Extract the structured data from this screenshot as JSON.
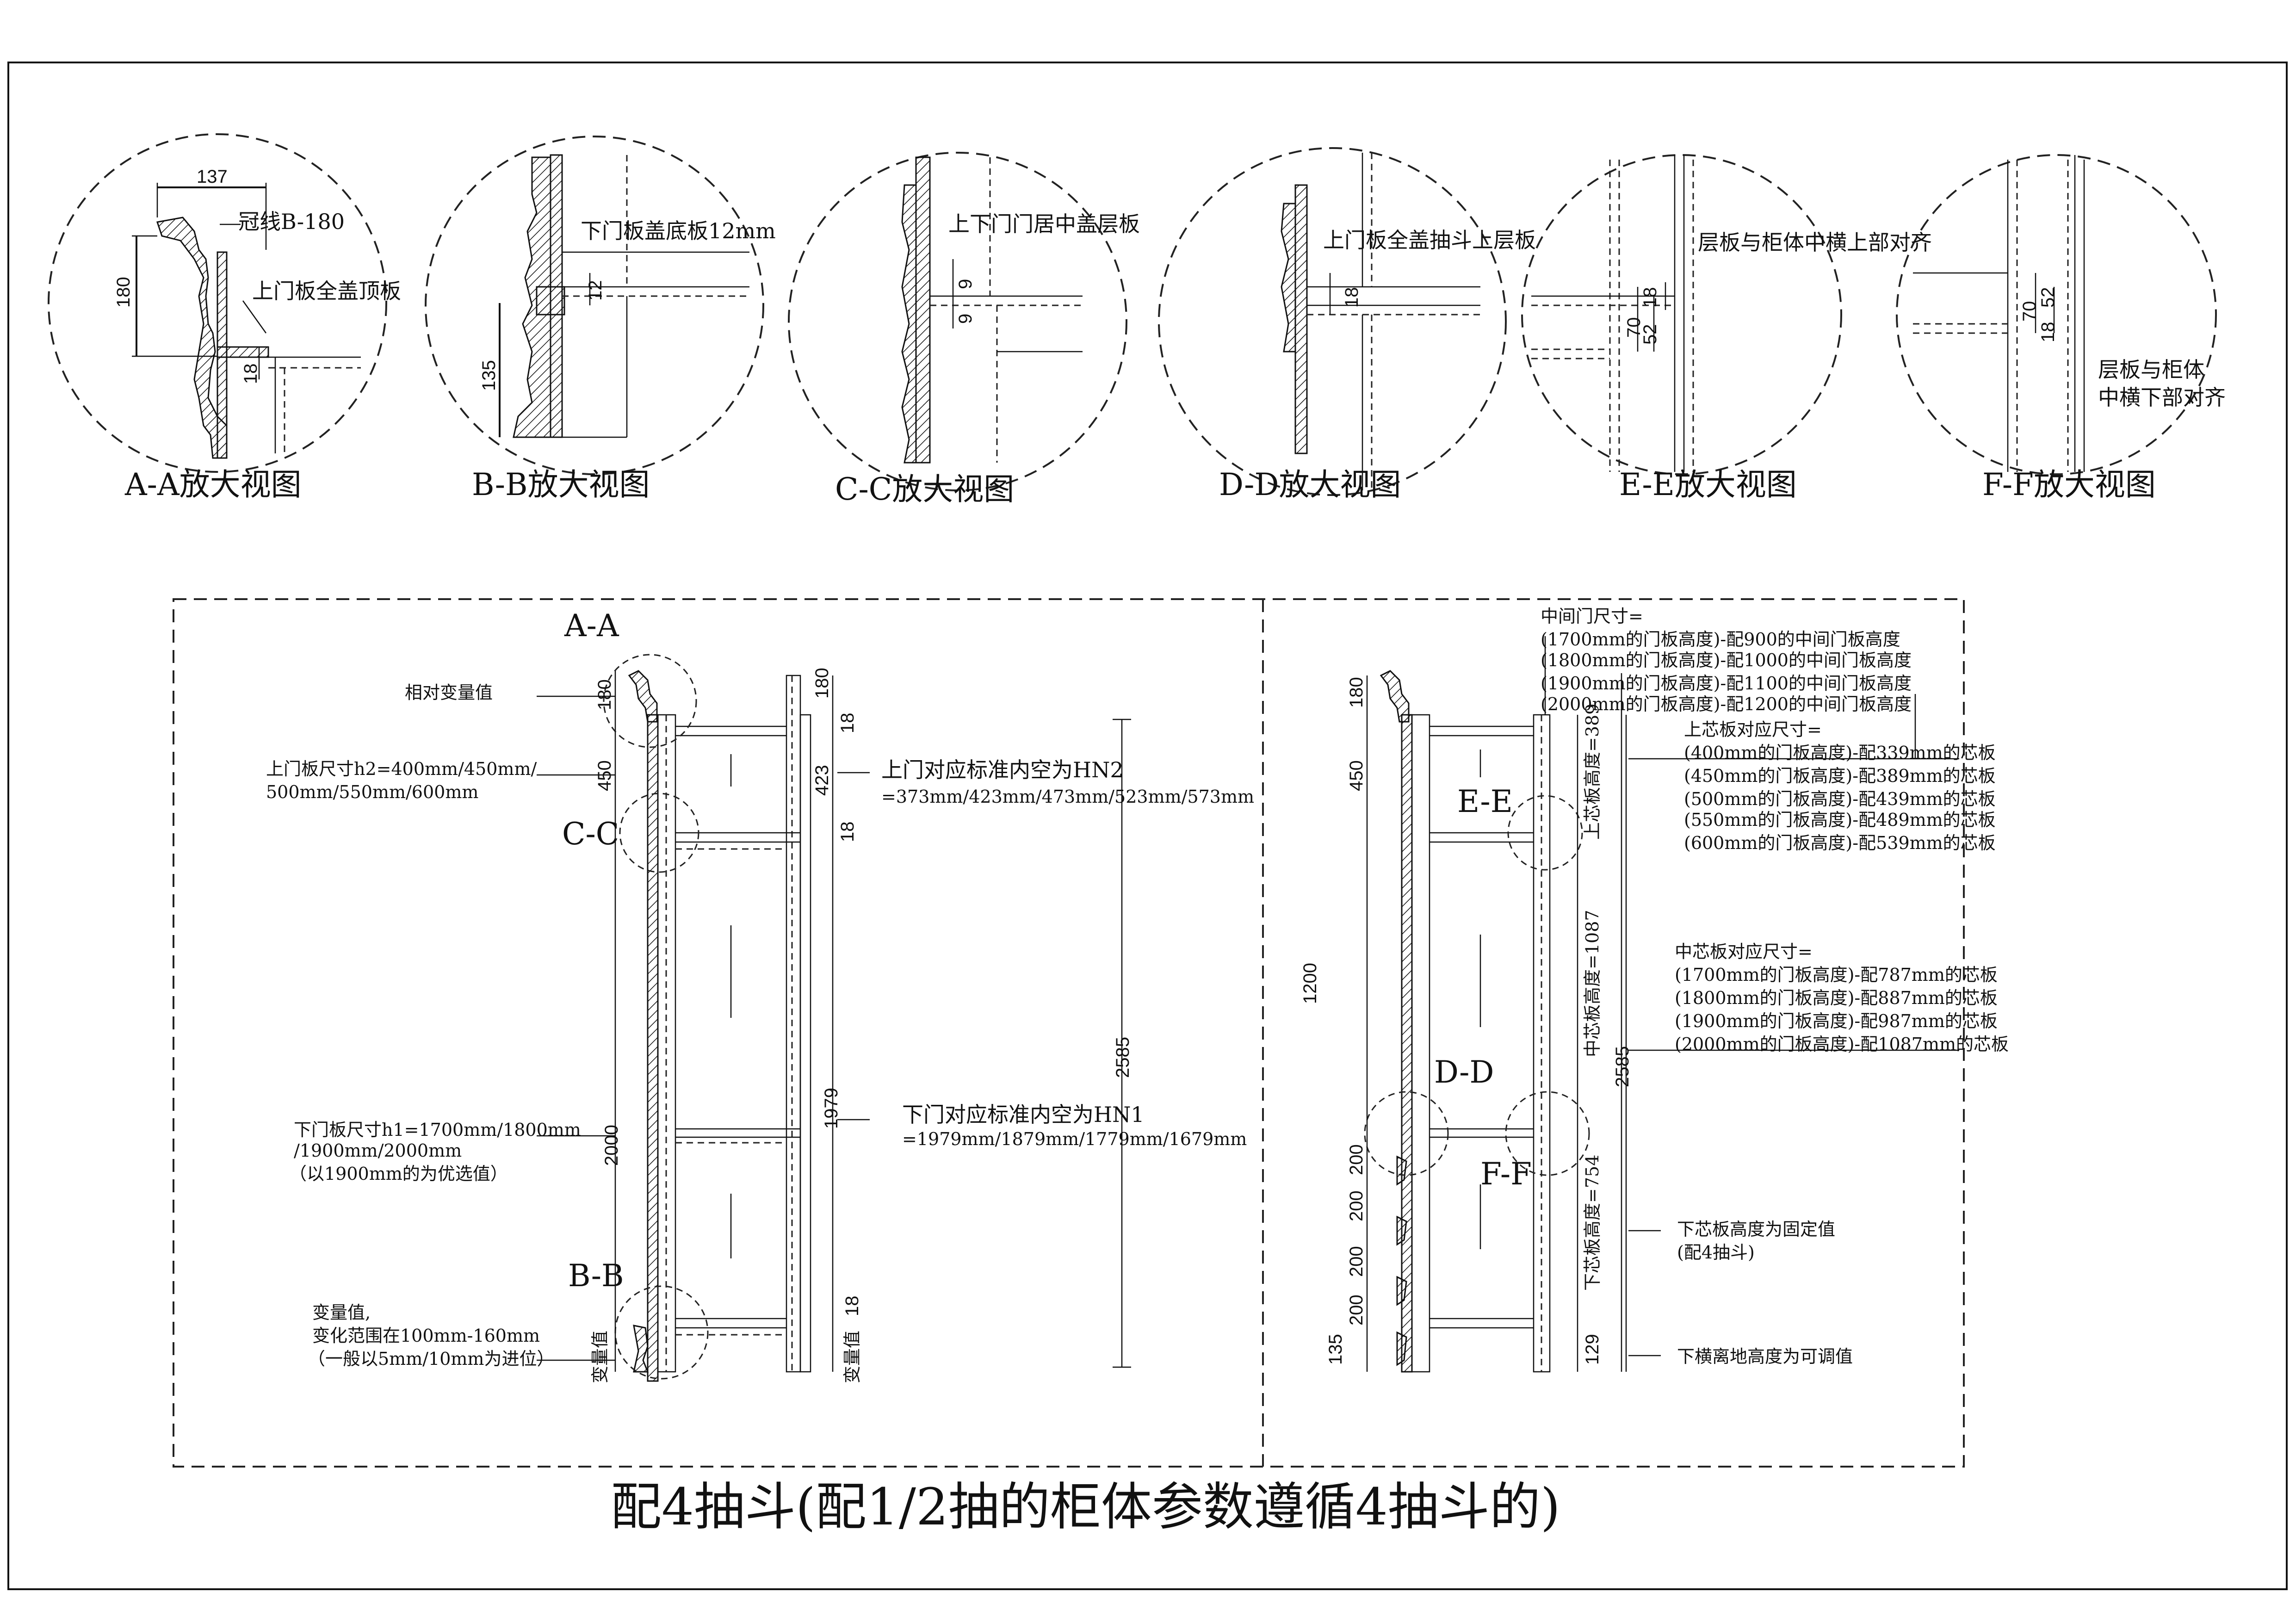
{
  "detail_views": [
    {
      "title": "A-A放大视图",
      "dims": [
        "137",
        "180",
        "18"
      ],
      "labels": [
        "冠线B-180",
        "上门板全盖顶板"
      ]
    },
    {
      "title": "B-B放大视图",
      "dims": [
        "135",
        "12"
      ],
      "labels": [
        "下门板盖底板12mm"
      ]
    },
    {
      "title": "C-C放大视图",
      "dims": [
        "9",
        "9"
      ],
      "labels": [
        "上下门门居中盖层板"
      ]
    },
    {
      "title": "D-D放大视图",
      "dims": [
        "18"
      ],
      "labels": [
        "上门板全盖抽斗上层板"
      ]
    },
    {
      "title": "E-E放大视图",
      "dims": [
        "70",
        "52",
        "18"
      ],
      "labels": [
        "层板与柜体中横上部对齐"
      ]
    },
    {
      "title": "F-F放大视图",
      "dims": [
        "70",
        "52",
        "18"
      ],
      "labels": [
        "层板与柜体",
        "中横下部对齐"
      ]
    }
  ],
  "left_elevation": {
    "section_marks": [
      "A-A",
      "C-C",
      "B-B"
    ],
    "left_dims": [
      "180",
      "450",
      "2000"
    ],
    "right_dims": [
      "180",
      "18",
      "423",
      "18",
      "1979",
      "18",
      "2585"
    ],
    "bottom_var": "变量值",
    "notes": [
      "相对变量值",
      "上门板尺寸h2=400mm/450mm/",
      "500mm/550mm/600mm",
      "下门板尺寸h1=1700mm/1800mm",
      "/1900mm/2000mm",
      "（以1900mm的为优选值）",
      "变量值,",
      "变化范围在100mm-160mm",
      "（一般以5mm/10mm为进位）"
    ],
    "right_notes": [
      "上门对应标准内空为HN2",
      "=373mm/423mm/473mm/523mm/573mm",
      "下门对应标准内空为HN1",
      "=1979mm/1879mm/1779mm/1679mm"
    ]
  },
  "right_elevation": {
    "section_marks": [
      "E-E",
      "D-D",
      "F-F"
    ],
    "left_dims": [
      "180",
      "450",
      "1200",
      "200",
      "200",
      "200",
      "200",
      "135"
    ],
    "right_dims": [
      "上芯板高度=389",
      "中芯板高度=1087",
      "2585",
      "下芯板高度=754",
      "129"
    ],
    "middle_door": [
      "中间门尺寸=",
      "(1700mm的门板高度)-配900的中间门板高度",
      "(1800mm的门板高度)-配1000的中间门板高度",
      "(1900mm的门板高度)-配1100的中间门板高度",
      "(2000mm的门板高度)-配1200的中间门板高度"
    ],
    "upper_core": [
      "上芯板对应尺寸=",
      "(400mm的门板高度)-配339mm的芯板",
      "(450mm的门板高度)-配389mm的芯板",
      "(500mm的门板高度)-配439mm的芯板",
      "(550mm的门板高度)-配489mm的芯板",
      "(600mm的门板高度)-配539mm的芯板"
    ],
    "mid_core": [
      "中芯板对应尺寸=",
      "(1700mm的门板高度)-配787mm的芯板",
      "(1800mm的门板高度)-配887mm的芯板",
      "(1900mm的门板高度)-配987mm的芯板",
      "(2000mm的门板高度)-配1087mm的芯板"
    ],
    "lower_notes": [
      "下芯板高度为固定值",
      "(配4抽斗)",
      "下横离地高度为可调值"
    ]
  },
  "main_title": "配4抽斗(配1/2抽的柜体参数遵循4抽斗的)"
}
